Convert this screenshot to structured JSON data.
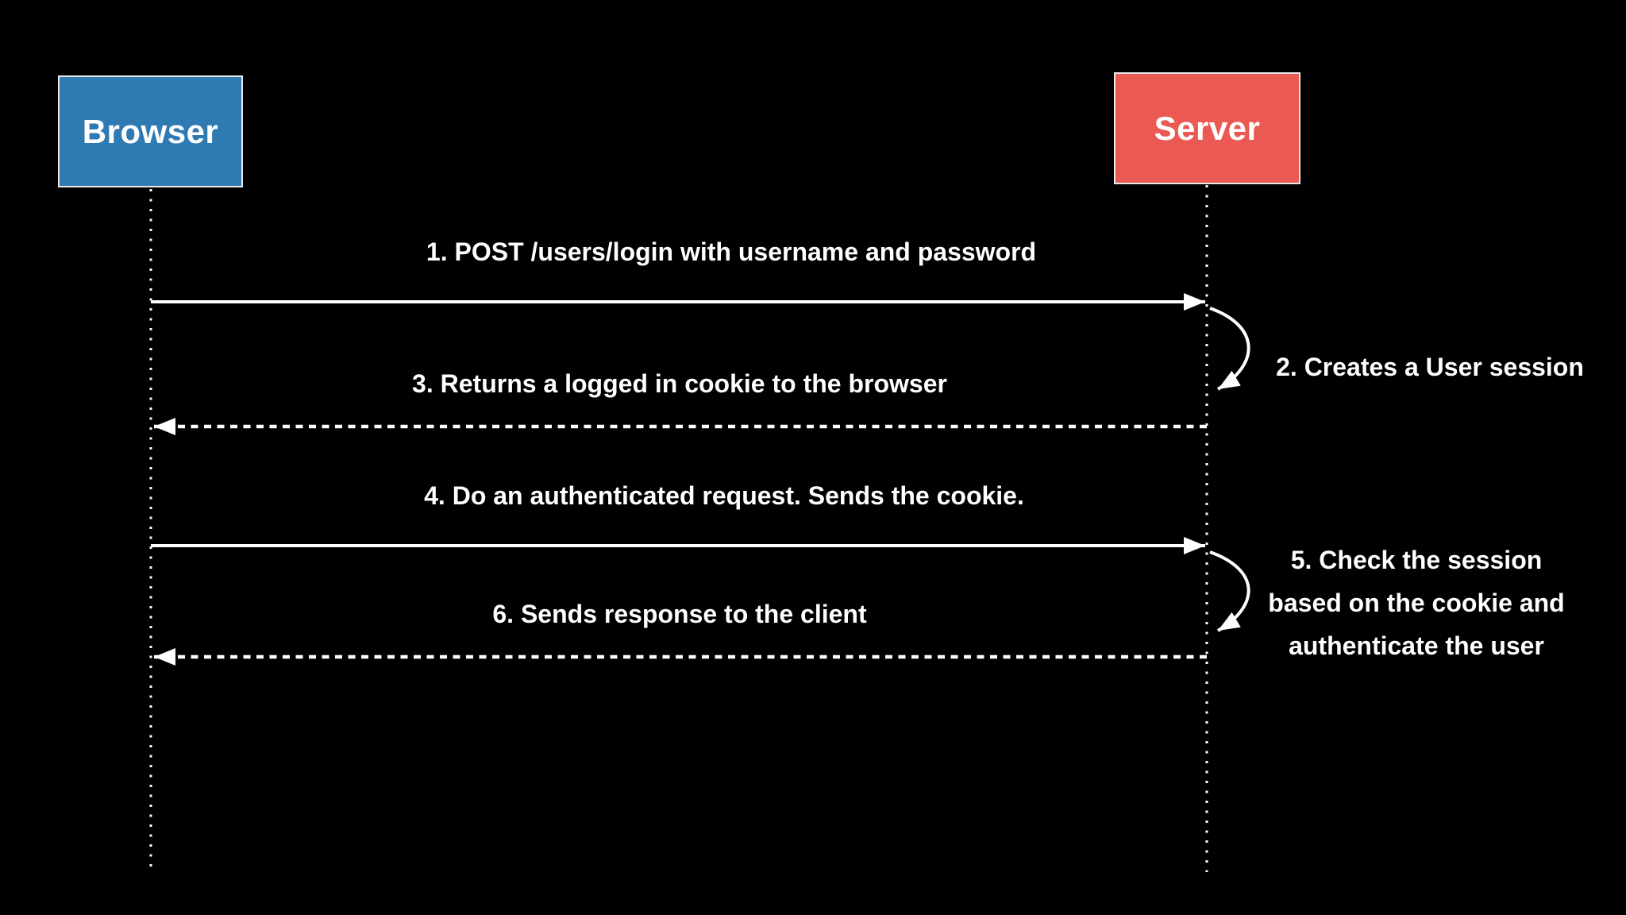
{
  "background_color": "#000000",
  "line_color": "#ffffff",
  "actors": {
    "browser": {
      "label": "Browser",
      "fill_color": "#307ab4",
      "border_color": "#e9e9e9",
      "text_color": "#ffffff"
    },
    "server": {
      "label": "Server",
      "fill_color": "#ea5a52",
      "border_color": "#e9e9e9",
      "text_color": "#ffffff"
    }
  },
  "messages": {
    "m1": {
      "label": "1. POST /users/login with username and password",
      "from": "Browser",
      "to": "Server",
      "line_style": "solid"
    },
    "m2": {
      "label": "2. Creates a User session",
      "actor": "Server",
      "type": "self-loop"
    },
    "m3": {
      "label": "3. Returns a logged in cookie to the browser",
      "from": "Server",
      "to": "Browser",
      "line_style": "dashed"
    },
    "m4": {
      "label": "4. Do an authenticated request. Sends the cookie.",
      "from": "Browser",
      "to": "Server",
      "line_style": "solid"
    },
    "m5": {
      "lines": [
        "5. Check the session",
        "based on the cookie and",
        "authenticate the user"
      ],
      "actor": "Server",
      "type": "self-loop"
    },
    "m6": {
      "label": "6. Sends response to the client",
      "from": "Server",
      "to": "Browser",
      "line_style": "dashed"
    }
  }
}
